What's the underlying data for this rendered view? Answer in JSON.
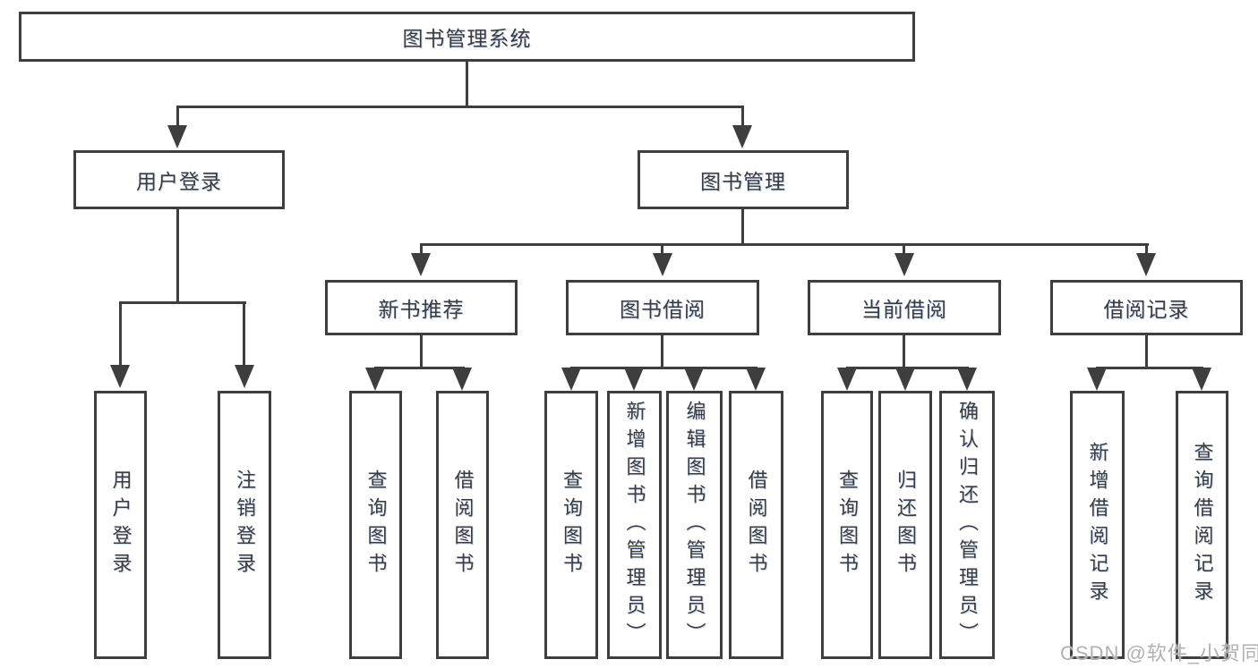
{
  "diagram": {
    "type": "tree",
    "nodes": {
      "root": "图书管理系统",
      "user_login": {
        "label": "用户登录",
        "children": [
          "用户登录",
          "注销登录"
        ]
      },
      "book_management": {
        "label": "图书管理",
        "sections": [
          {
            "label": "新书推荐",
            "children": [
              "查询图书",
              "借阅图书"
            ]
          },
          {
            "label": "图书借阅",
            "children": [
              "查询图书",
              "新增图书（管理员）",
              "编辑图书（管理员）",
              "借阅图书"
            ]
          },
          {
            "label": "当前借阅",
            "children": [
              "查询图书",
              "归还图书",
              "确认归还（管理员）"
            ]
          },
          {
            "label": "借阅记录",
            "children": [
              "新增借阅记录",
              "查询借阅记录"
            ]
          }
        ]
      }
    },
    "colors": {
      "line": "#3e3e3e",
      "label_text": "#3c3c3c",
      "background": "#ffffff",
      "watermark": "#b2b1b1"
    }
  },
  "watermark": {
    "text": "CSDN @软件_小贺同学"
  }
}
